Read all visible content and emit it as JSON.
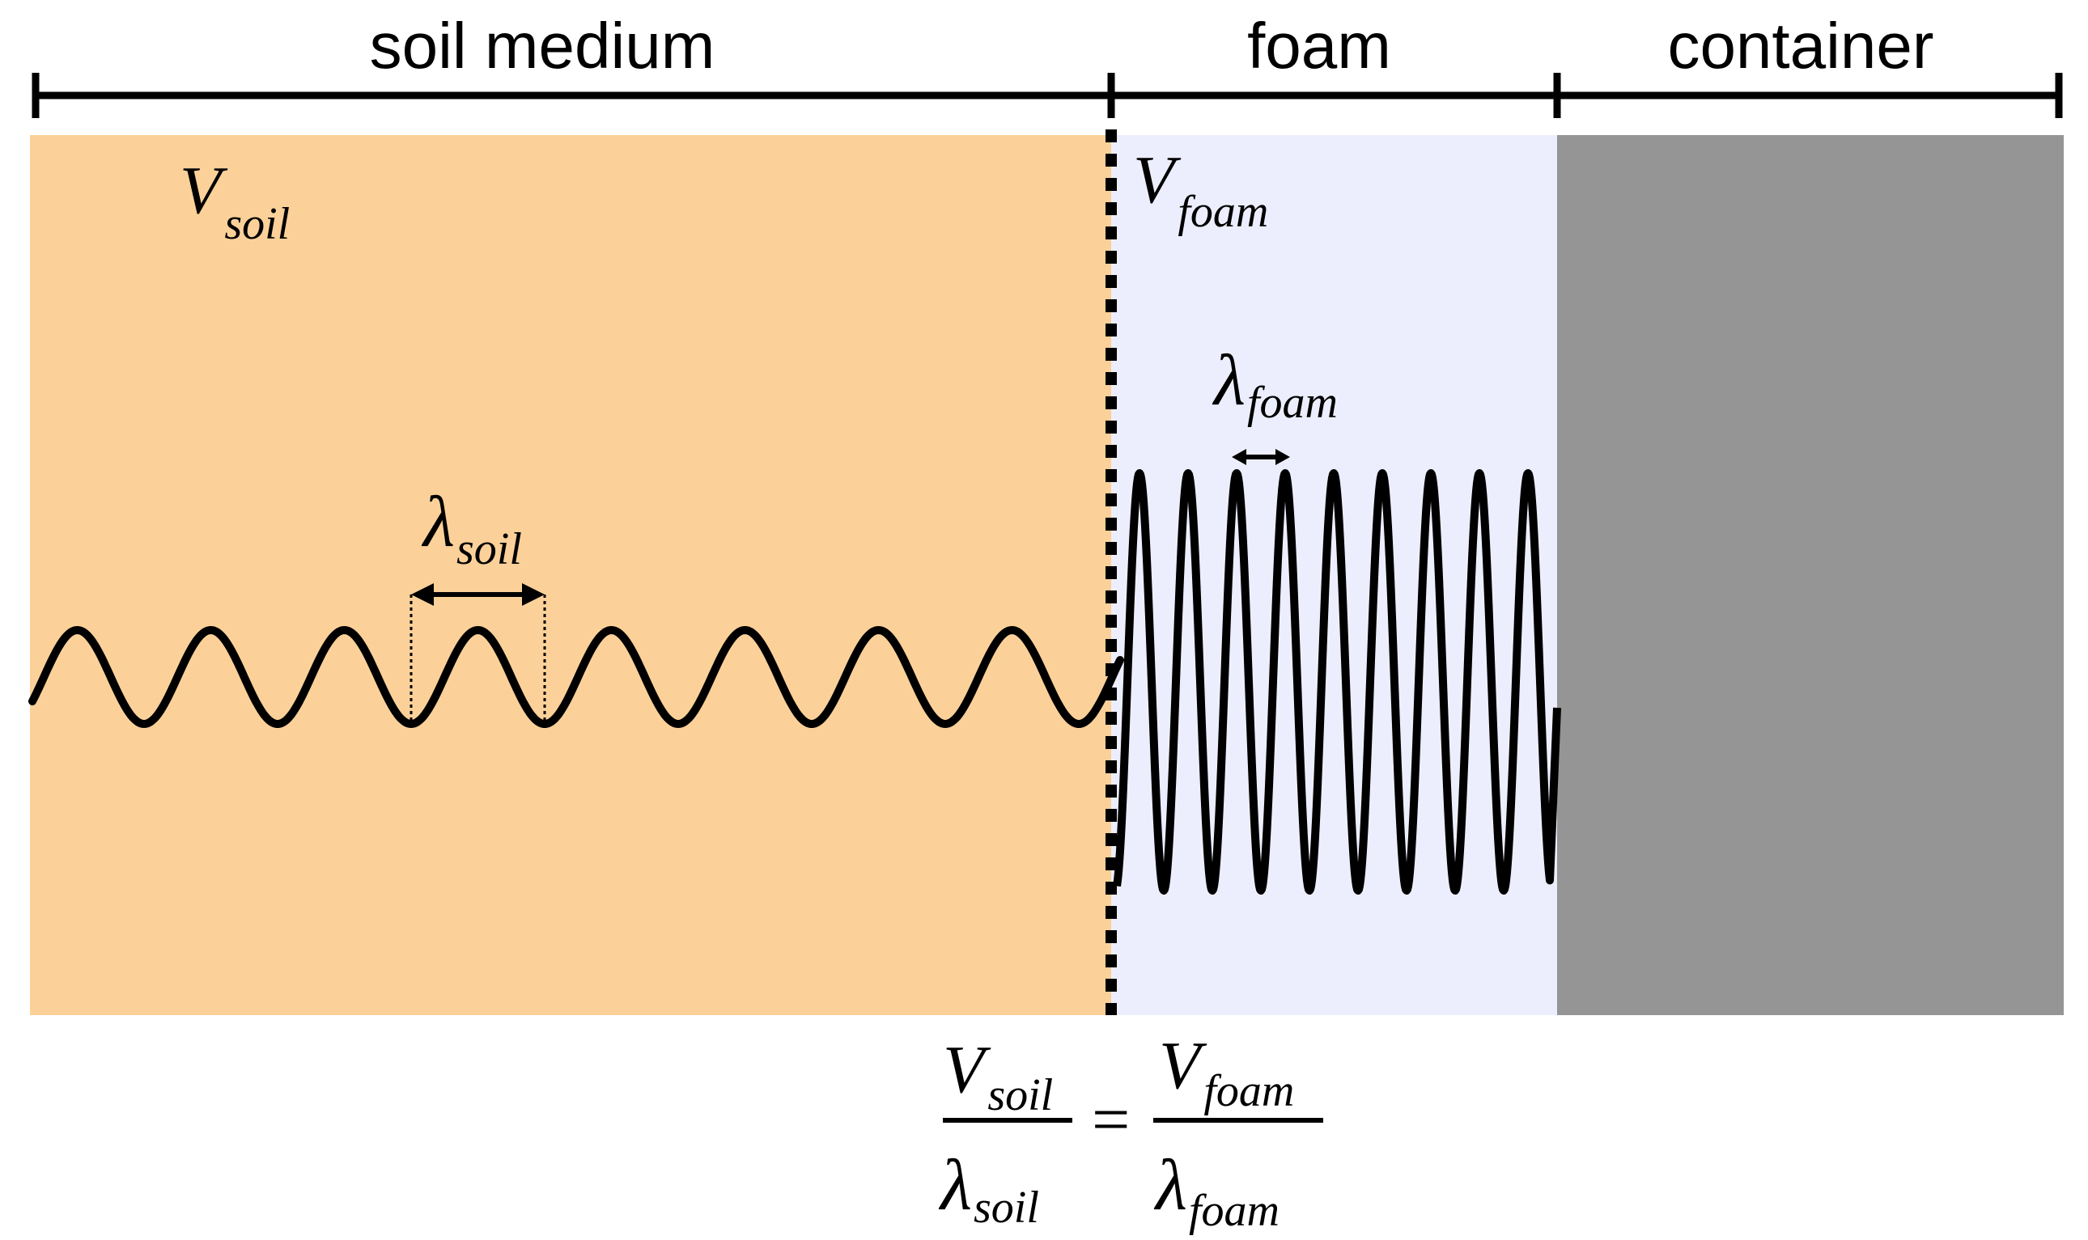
{
  "regions": [
    {
      "id": "soil",
      "label": "soil medium",
      "color": "#FBD199"
    },
    {
      "id": "foam",
      "label": "foam",
      "color": "#EDEEFD"
    },
    {
      "id": "container",
      "label": "container",
      "color": "#959595"
    }
  ],
  "labels": {
    "v_soil": {
      "main": "V",
      "sub": "soil"
    },
    "v_foam": {
      "main": "V",
      "sub": "foam"
    },
    "lambda_soil": {
      "main": "λ",
      "sub": "soil"
    },
    "lambda_foam": {
      "main": "λ",
      "sub": "foam"
    }
  },
  "equation": {
    "left_num": {
      "main": "V",
      "sub": "soil"
    },
    "left_den": {
      "main": "λ",
      "sub": "soil"
    },
    "equals": "=",
    "right_num": {
      "main": "V",
      "sub": "foam"
    },
    "right_den": {
      "main": "λ",
      "sub": "foam"
    }
  },
  "colors": {
    "line": "#000000",
    "boundary": "#000000"
  }
}
